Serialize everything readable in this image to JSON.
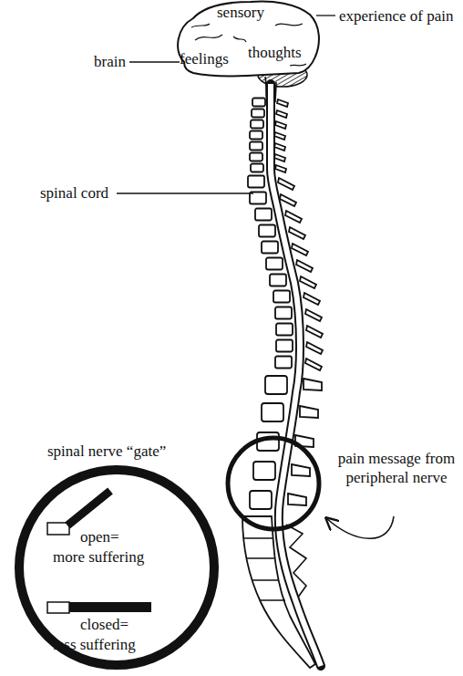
{
  "diagram": {
    "nodes": [
      {
        "text": [
          "sensory",
          "feelings",
          "thoughts"
        ]
      },
      {
        "text": [
          "spinal nerve “gate”",
          "open= more suffering",
          "closed= less suffering"
        ]
      }
    ],
    "labels": [
      "experience of pain",
      "brain",
      "spinal cord",
      "pain message from peripheral nerve"
    ]
  }
}
